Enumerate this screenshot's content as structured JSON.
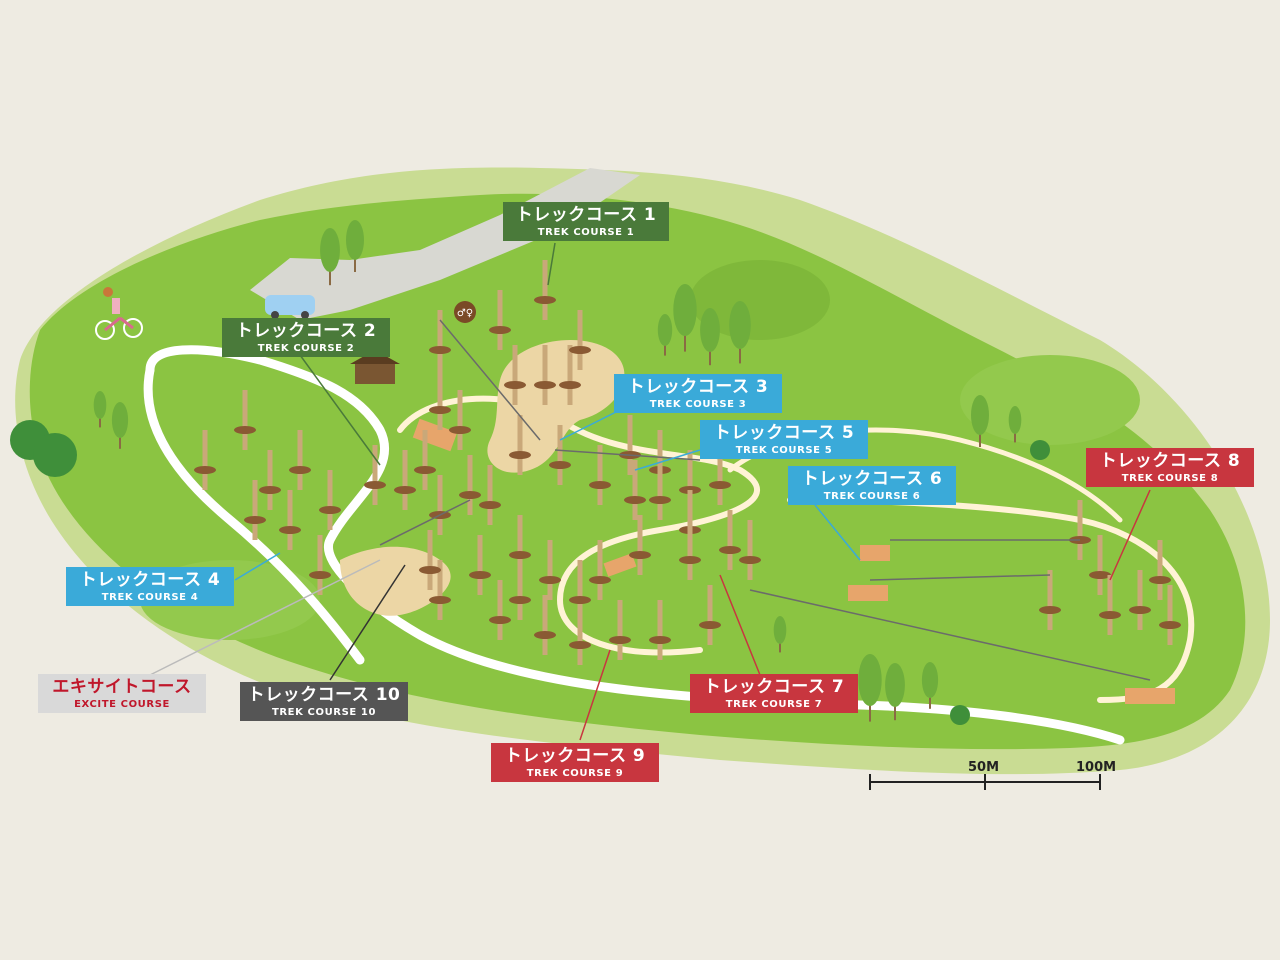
{
  "colors": {
    "background": "#eeebe2",
    "park_light": "#c9dc93",
    "park_grass": "#8bc442",
    "path": "#ffffff",
    "sand": "#ecd6a5",
    "pole": "#c9a879",
    "platform": "#8a5a33",
    "trek_green": "#4a7a3a",
    "trek_blue": "#3aaad9",
    "trek_red": "#c8363f",
    "trek_dark": "#555555",
    "excite_bg": "#d9d9d9",
    "excite_text": "#c0172b"
  },
  "icons": {
    "restroom": "restroom-icon",
    "car": "car-icon",
    "cyclist": "cyclist-icon",
    "cabin": "cabin-icon"
  },
  "courses": [
    {
      "id": "trek1",
      "ja": "トレックコース 1",
      "en": "TREK COURSE 1",
      "theme": "green"
    },
    {
      "id": "trek2",
      "ja": "トレックコース 2",
      "en": "TREK COURSE 2",
      "theme": "green"
    },
    {
      "id": "trek3",
      "ja": "トレックコース 3",
      "en": "TREK COURSE 3",
      "theme": "blue"
    },
    {
      "id": "trek5",
      "ja": "トレックコース 5",
      "en": "TREK COURSE 5",
      "theme": "blue"
    },
    {
      "id": "trek6",
      "ja": "トレックコース 6",
      "en": "TREK COURSE 6",
      "theme": "blue"
    },
    {
      "id": "trek8",
      "ja": "トレックコース 8",
      "en": "TREK COURSE 8",
      "theme": "red"
    },
    {
      "id": "trek4",
      "ja": "トレックコース 4",
      "en": "TREK COURSE 4",
      "theme": "blue"
    },
    {
      "id": "excite",
      "ja": "エキサイトコース",
      "en": "EXCITE COURSE",
      "theme": "excite"
    },
    {
      "id": "trek10",
      "ja": "トレックコース 10",
      "en": "TREK COURSE 10",
      "theme": "dark"
    },
    {
      "id": "trek7",
      "ja": "トレックコース 7",
      "en": "TREK COURSE 7",
      "theme": "red"
    },
    {
      "id": "trek9",
      "ja": "トレックコース 9",
      "en": "TREK COURSE 9",
      "theme": "red"
    }
  ],
  "scale_bar": {
    "ticks": [
      "50M",
      "100M"
    ],
    "distances_m": [
      0,
      50,
      100
    ]
  }
}
